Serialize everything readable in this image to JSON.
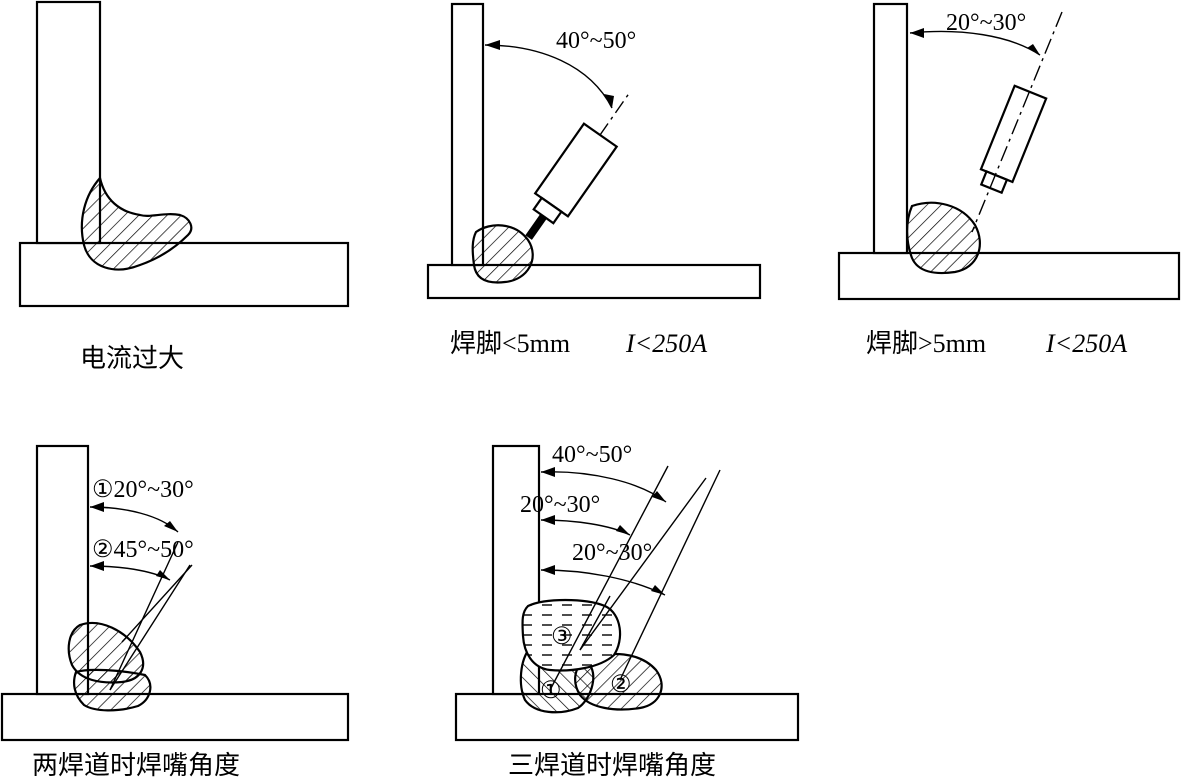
{
  "panels": [
    {
      "caption": "电流过大"
    },
    {
      "caption_left": "焊脚<5mm",
      "caption_right": "I<250A",
      "angle": "40°~50°"
    },
    {
      "caption_left": "焊脚>5mm",
      "caption_right": "I<250A",
      "angle": "20°~30°"
    },
    {
      "caption": "两焊道时焊嘴角度",
      "angle1": "①20°~30°",
      "angle2": "②45°~50°"
    },
    {
      "caption": "三焊道时焊嘴角度",
      "angle1": "40°~50°",
      "angle2": "20°~30°",
      "angle3": "20°~30°",
      "pass1": "①",
      "pass2": "②",
      "pass3": "③"
    }
  ]
}
